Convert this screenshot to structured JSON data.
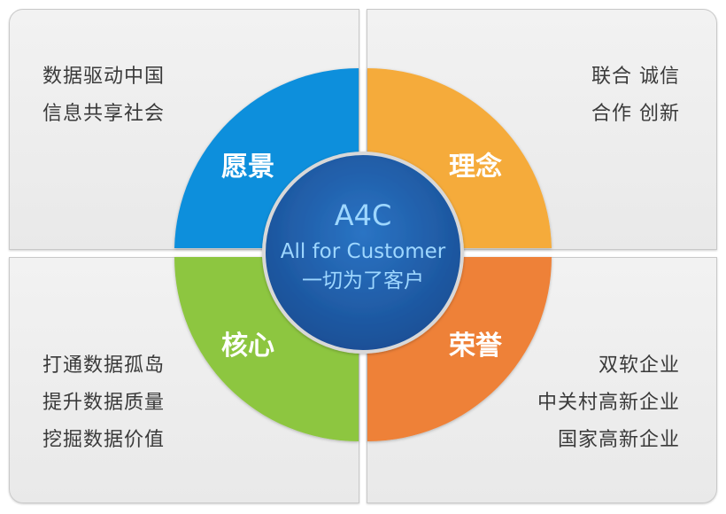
{
  "quadrants": {
    "top_left": {
      "label": "愿景",
      "color": "#0f8fdc",
      "lines": [
        "数据驱动中国",
        "信息共享社会"
      ]
    },
    "top_right": {
      "label": "理念",
      "color": "#f5ab3a",
      "lines": [
        "联合 诚信",
        "合作 创新"
      ]
    },
    "bottom_left": {
      "label": "核心",
      "color": "#8dc63f",
      "lines": [
        "打通数据孤岛",
        "提升数据质量",
        "挖掘数据价值"
      ]
    },
    "bottom_right": {
      "label": "荣誉",
      "color": "#ee8137",
      "lines": [
        "双软企业",
        "中关村高新企业",
        "国家高新企业"
      ]
    }
  },
  "center": {
    "title": "A4C",
    "line1": "All for Customer",
    "line2": "一切为了客户",
    "color": "#1f5faa"
  }
}
